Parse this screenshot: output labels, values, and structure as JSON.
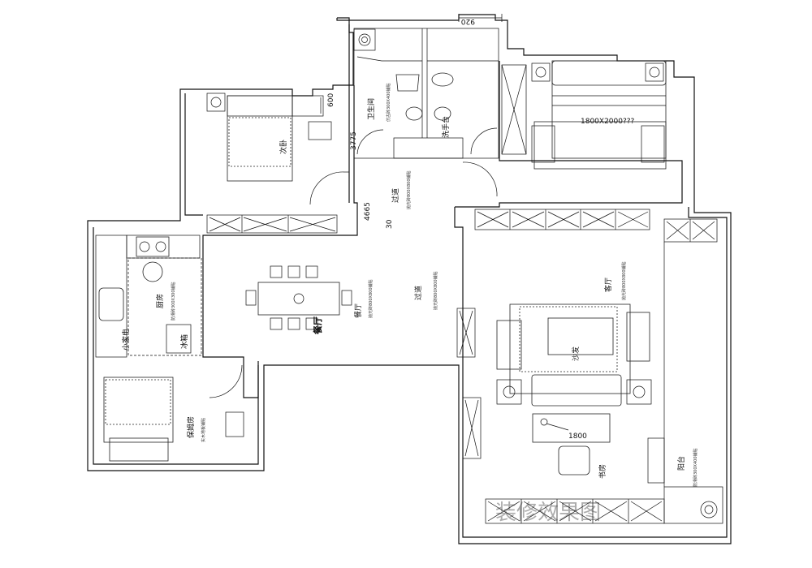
{
  "labels": {
    "master_bed_size": "1800X2000???",
    "bathroom": "卫生间",
    "wash_basin": "洗手台",
    "kitchen": "厨房",
    "dining_room_main": "餐厅",
    "dining_room_small": "餐厅",
    "corridor_upper": "过道",
    "corridor_main": "过道",
    "living_room": "客厅",
    "study": "书房",
    "balcony": "阳台",
    "small_table": "小家电",
    "fridge": "冰箱",
    "babysitter_room": "保姆房",
    "second_bedroom": "次卧",
    "sofa_marker": "沙发"
  },
  "dimensions": {
    "d920": "920",
    "d600": "600",
    "d3775": "3775",
    "d4665": "4665",
    "d30": "30",
    "d1800": "1800"
  },
  "flooring_notes": {
    "bath": "仿古砖300X400铺贴",
    "corridor_upper": "抛光砖800X800铺贴",
    "corridor_main": "抛光砖800X800铺贴",
    "living": "抛光砖800X800铺贴",
    "dining": "抛光砖800X800铺贴",
    "kitchen": "防滑砖300X300铺贴",
    "balcony": "防滑砖300X400铺贴",
    "small": "实木地板铺贴"
  },
  "watermark": "装修效果图"
}
